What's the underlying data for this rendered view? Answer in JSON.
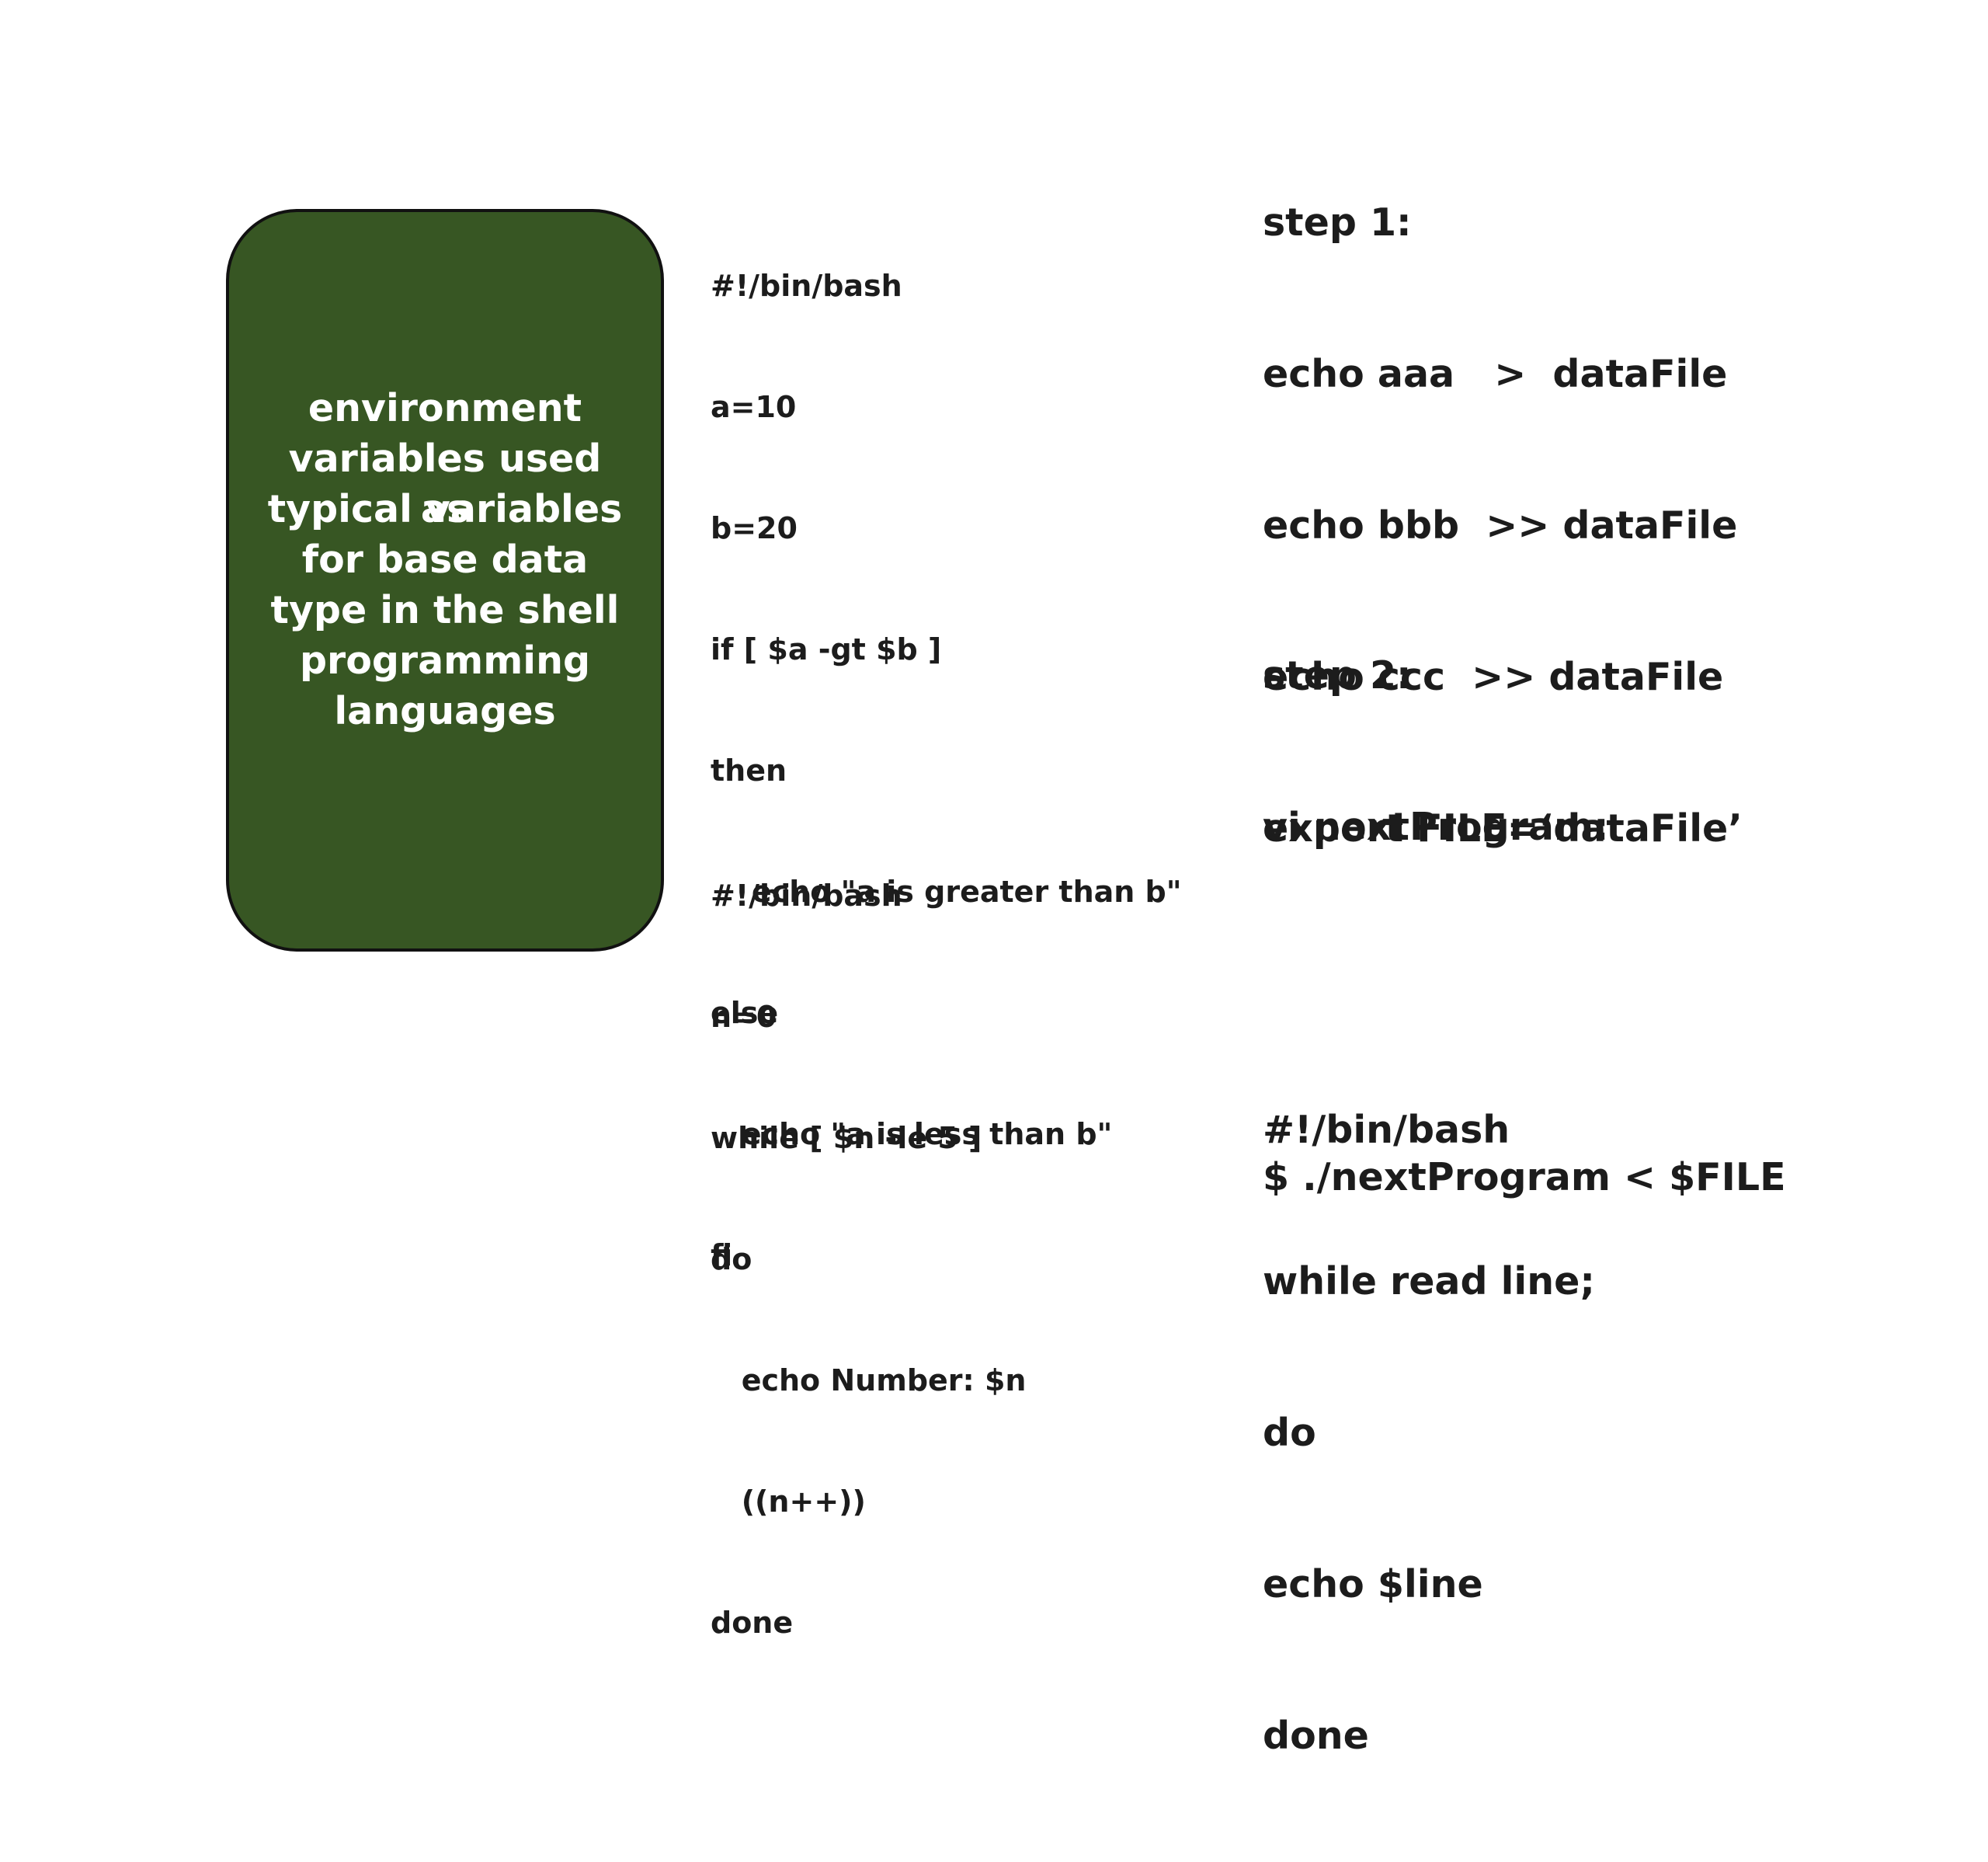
{
  "green_box": {
    "lines": [
      "environment",
      "variables used as",
      "typical variables",
      "for base data",
      "type in the shell",
      "programming",
      "languages"
    ],
    "color": "#375623"
  },
  "code_if": {
    "lines": [
      "#!/bin/bash",
      "a=10",
      "b=20",
      "if [ $a -gt $b ]",
      "then",
      "    echo \"a is greater than b\"",
      "else",
      "   echo \"a is less than b\"",
      "fi"
    ]
  },
  "code_while": {
    "lines": [
      "#!/bin/bash",
      "n=0",
      "while [ $n -le 5 ]",
      "do",
      "   echo Number: $n",
      "   ((n++))",
      "done"
    ]
  },
  "step1": {
    "lines": [
      "step 1:",
      "echo aaa   >  dataFile",
      "echo bbb  >> dataFile",
      "echo ccc  >> dataFile",
      "export FILE=‘dataFile’"
    ]
  },
  "step2": {
    "lines": [
      "step 2:",
      "vi nextProgram:",
      "",
      "#!/bin/bash",
      "while read line;",
      "do",
      "echo $line",
      "done"
    ]
  },
  "run_command": "$ ./nextProgram < $FILE"
}
